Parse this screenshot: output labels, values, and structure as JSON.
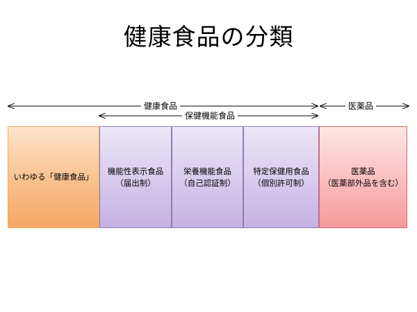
{
  "title": "健康食品の分類",
  "arrows": {
    "health_food": "健康食品",
    "medicine": "医薬品",
    "functional_food": "保健機能食品"
  },
  "boxes": [
    {
      "lines": [
        "いわゆる「健康食品」"
      ],
      "color": "#f9c08a"
    },
    {
      "lines": [
        "機能性表示食品",
        "（届出制）"
      ],
      "color": "#d9cdee"
    },
    {
      "lines": [
        "栄養機能食品",
        "（自己認証制）"
      ],
      "color": "#d9cdee"
    },
    {
      "lines": [
        "特定保健用食品",
        "（個別許可制）"
      ],
      "color": "#d9cdee"
    },
    {
      "lines": [
        "医薬品",
        "（医薬部外品を含む）"
      ],
      "color": "#fbbcbc"
    }
  ]
}
